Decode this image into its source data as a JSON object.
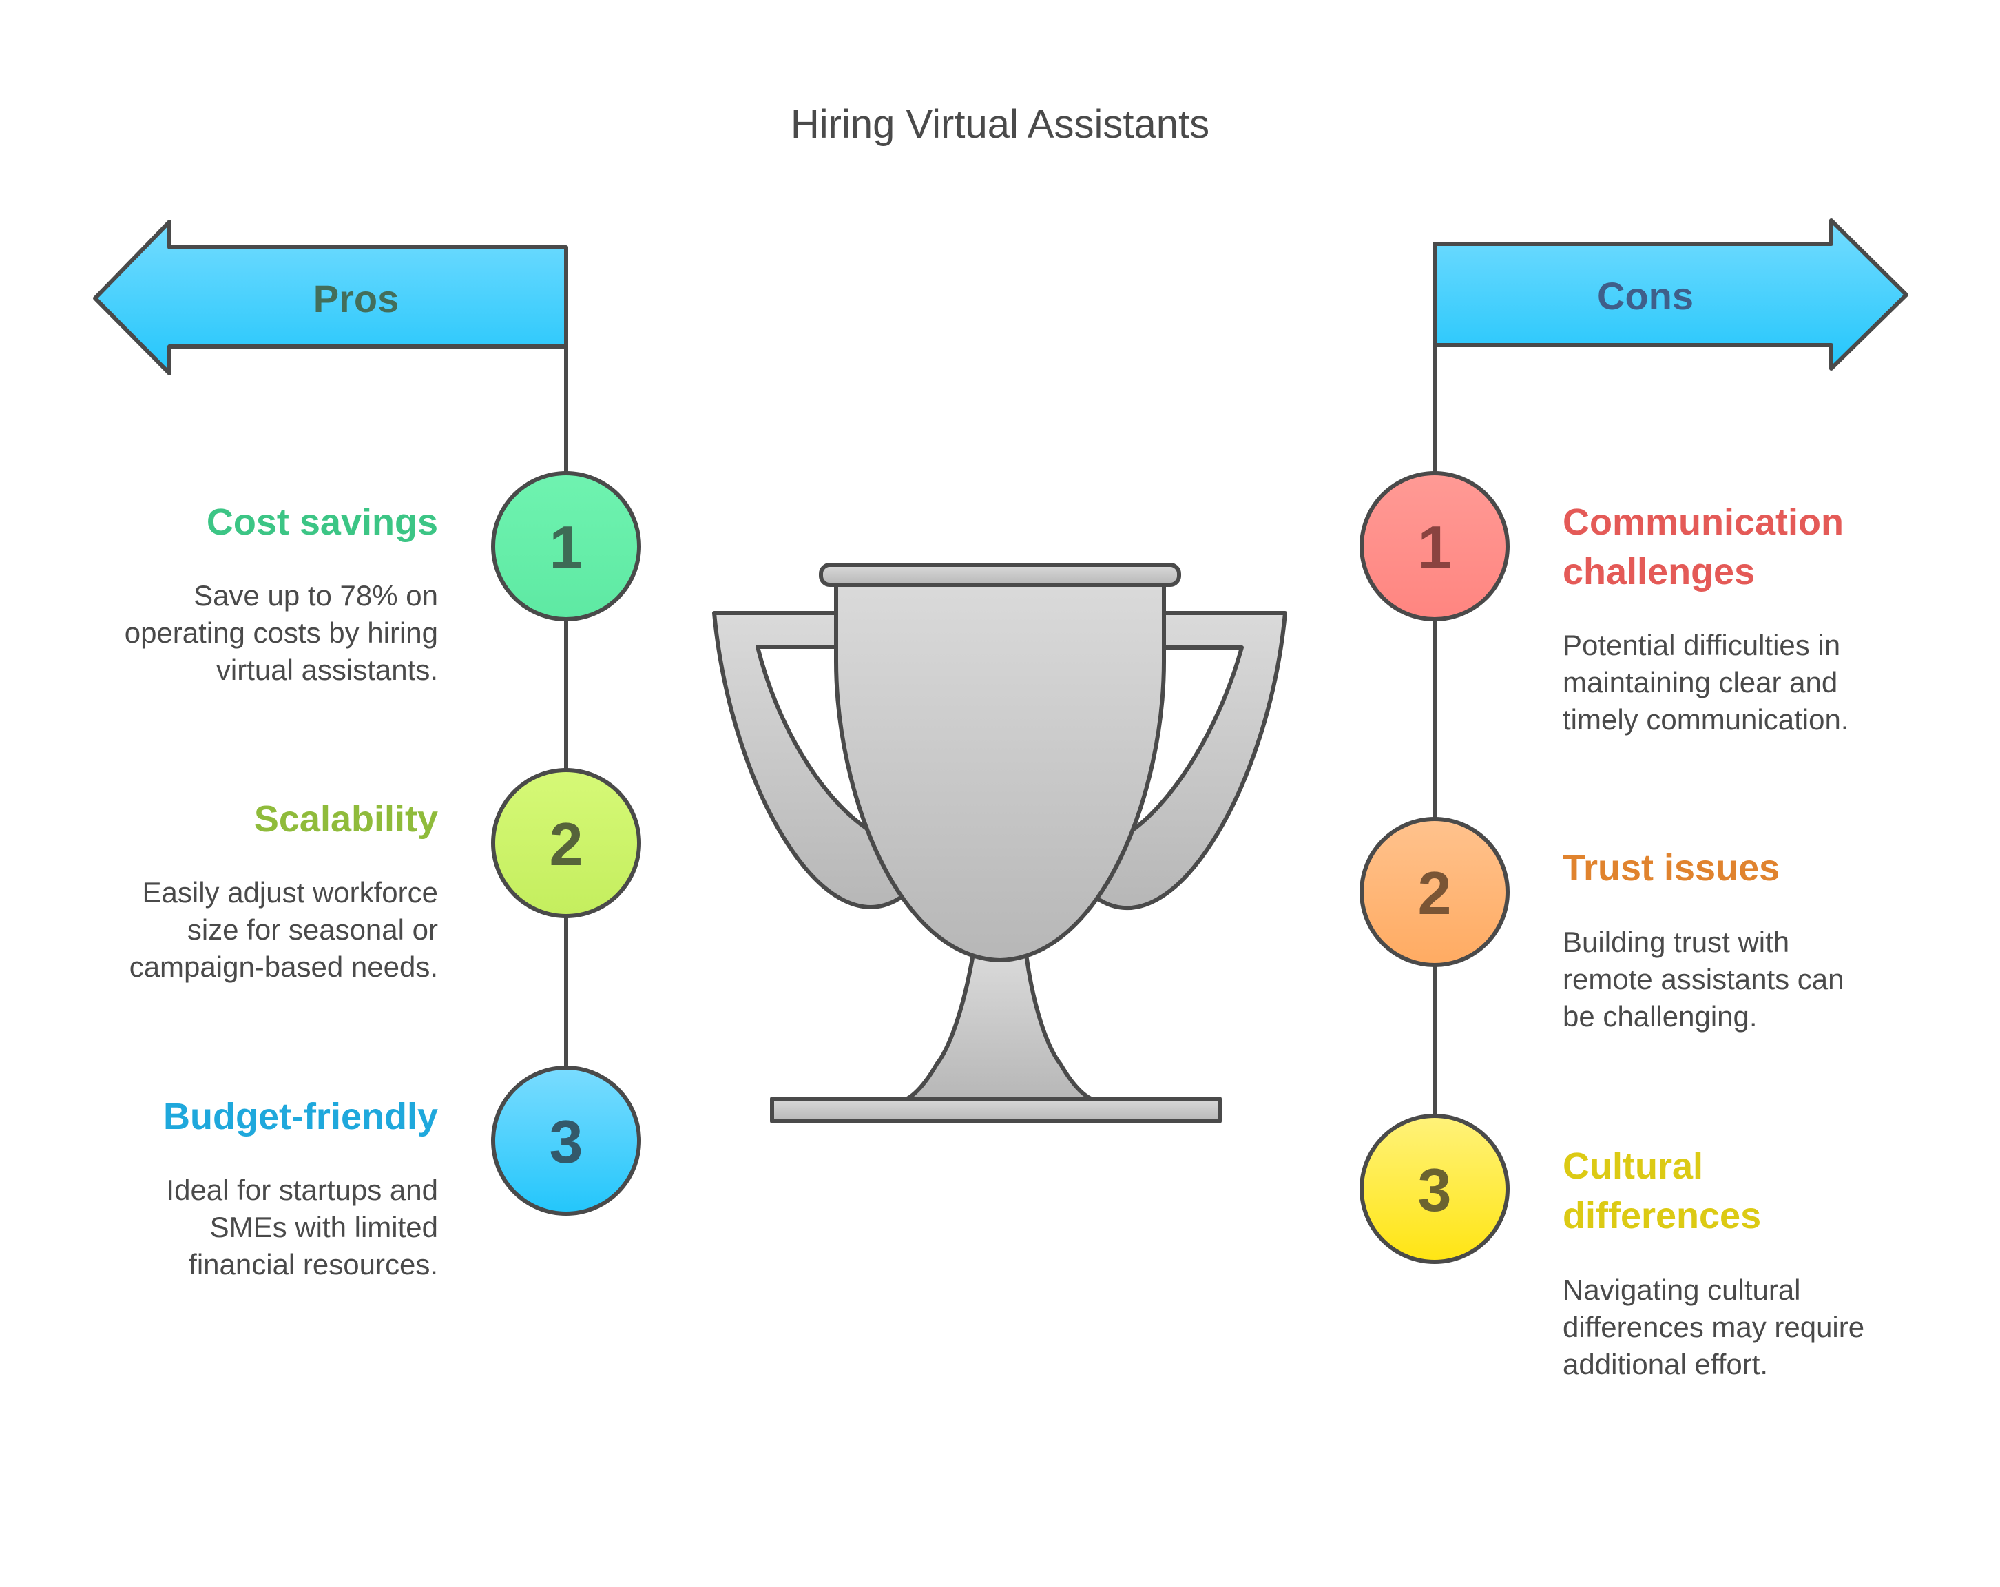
{
  "title": "Hiring Virtual Assistants",
  "pros": {
    "label": "Pros",
    "label_color": "#436e5a",
    "items": [
      {
        "number": "1",
        "heading": "Cost savings",
        "heading_color": "#3cc585",
        "circle_colors": [
          "#6ff3b0",
          "#5ee9a3"
        ],
        "number_color": "#3e6b55",
        "description": [
          "Save up to 78% on",
          "operating costs by hiring",
          "virtual assistants."
        ]
      },
      {
        "number": "2",
        "heading": "Scalability",
        "heading_color": "#8fbb3b",
        "circle_colors": [
          "#d6f977",
          "#c4ee5e"
        ],
        "number_color": "#56633a",
        "description": [
          "Easily adjust workforce",
          "size for seasonal or",
          "campaign-based needs."
        ]
      },
      {
        "number": "3",
        "heading": "Budget-friendly",
        "heading_color": "#1fa8dc",
        "circle_colors": [
          "#7adcff",
          "#23c6fb"
        ],
        "number_color": "#33596a",
        "description": [
          "Ideal for startups and",
          "SMEs with limited",
          "financial resources."
        ]
      }
    ]
  },
  "cons": {
    "label": "Cons",
    "label_color": "#3f5f8a",
    "items": [
      {
        "number": "1",
        "heading": [
          "Communication",
          "challenges"
        ],
        "heading_color": "#e45a57",
        "circle_colors": [
          "#ff9a95",
          "#ff8580"
        ],
        "number_color": "#8a4340",
        "description": [
          "Potential difficulties in",
          "maintaining clear and",
          "timely communication."
        ]
      },
      {
        "number": "2",
        "heading": [
          "Trust issues"
        ],
        "heading_color": "#e0832e",
        "circle_colors": [
          "#ffc28d",
          "#ffab62"
        ],
        "number_color": "#7a5535",
        "description": [
          "Building trust with",
          "remote assistants can",
          "be challenging."
        ]
      },
      {
        "number": "3",
        "heading": [
          "Cultural",
          "differences"
        ],
        "heading_color": "#dcca14",
        "circle_colors": [
          "#fff27a",
          "#ffe513"
        ],
        "number_color": "#6b6330",
        "description": [
          "Navigating cultural",
          "differences may require",
          "additional effort."
        ]
      }
    ]
  },
  "colors": {
    "arrow_top": "#74dcff",
    "arrow_bottom": "#23c6fb",
    "outline": "#4a4a4a",
    "trophy_top": "#dadada",
    "trophy_bottom": "#b7b7b7"
  },
  "icons": {
    "centerpiece": "trophy-icon"
  }
}
